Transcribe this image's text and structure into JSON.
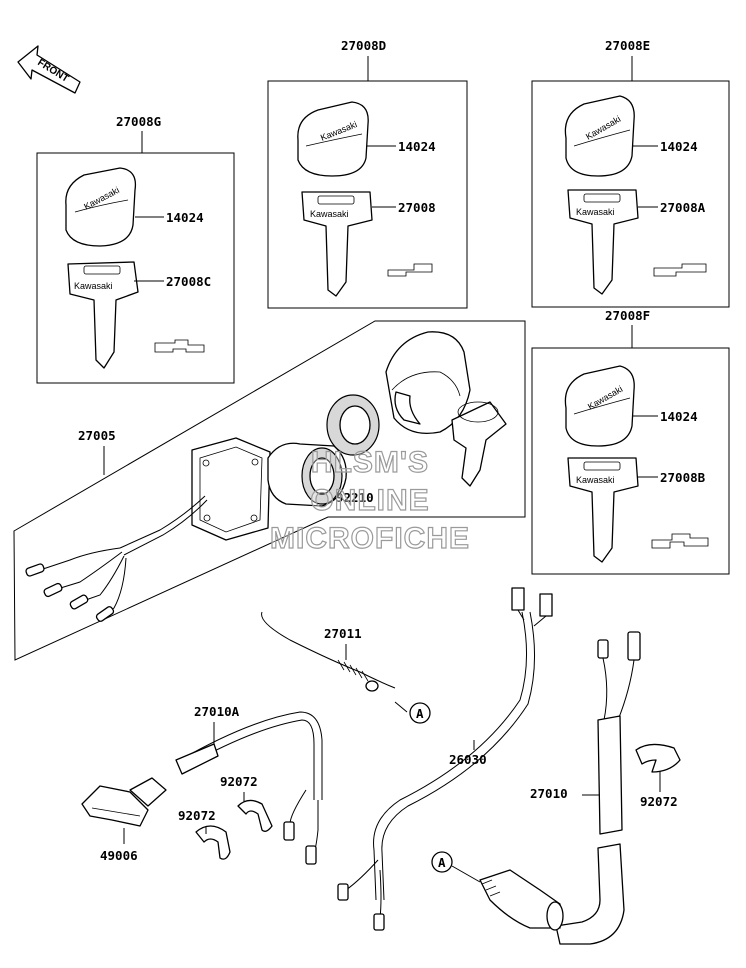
{
  "front_label": "FRONT",
  "parts": {
    "p27008G": "27008G",
    "p27008D": "27008D",
    "p27008E": "27008E",
    "p27008F": "27008F",
    "p14024": "14024",
    "p27008": "27008",
    "p27008A": "27008A",
    "p27008B": "27008B",
    "p27008C": "27008C",
    "p27005": "27005",
    "p92210": "92210",
    "p27011": "27011",
    "p27010A": "27010A",
    "p26030": "26030",
    "p27010": "27010",
    "p92072": "92072",
    "p49006": "49006"
  },
  "ref_marker": "A",
  "key_brand": "Kawasaki",
  "watermark": [
    "HLSM'S",
    "ONLINE",
    "MICROFICHE"
  ]
}
